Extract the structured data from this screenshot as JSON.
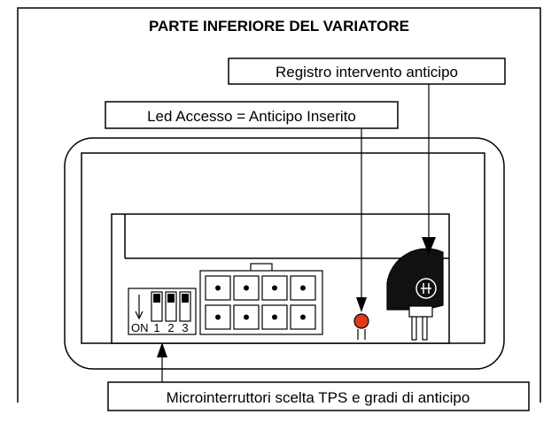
{
  "title": "PARTE INFERIORE DEL VARIATORE",
  "callouts": {
    "registro": "Registro intervento anticipo",
    "led": "Led Accesso = Anticipo Inserito",
    "micro": "Microinterruttori scelta TPS e gradi di anticipo"
  },
  "dip_switch": {
    "on_label": "ON",
    "numbers": [
      "1",
      "2",
      "3"
    ]
  },
  "colors": {
    "led": "#e03a1a",
    "potentiometer": "#111111",
    "stroke": "#000000"
  },
  "icons": {
    "potentiometer_knob": "adjustment-screw-icon",
    "arrow_down": "arrow-down-icon"
  }
}
